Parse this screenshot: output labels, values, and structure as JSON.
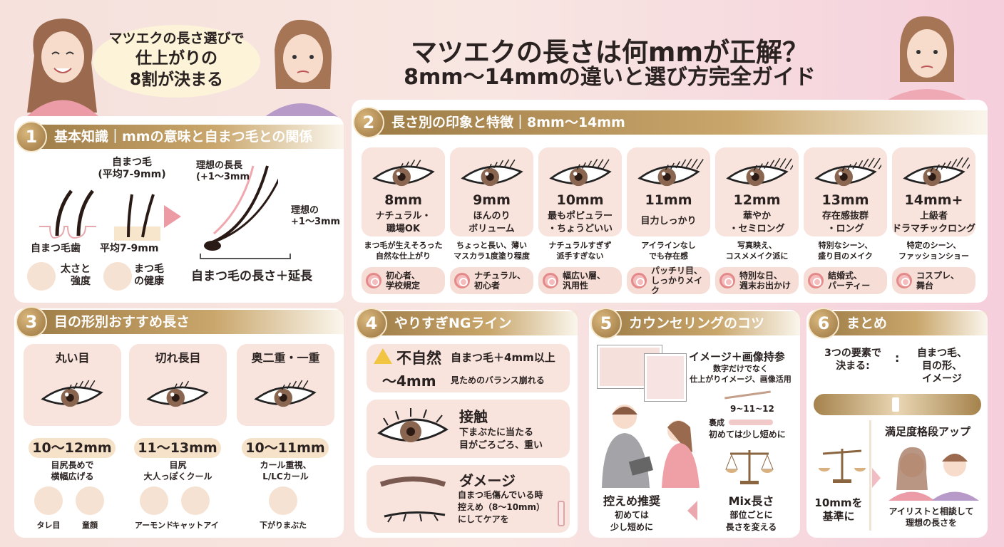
{
  "header": {
    "bubble_lines": [
      "マツエクの長さ選びで",
      "仕上がりの",
      "8割が決まる"
    ],
    "title_line1": "マツエクの長さは何mmが正解？",
    "title_line2": "8mm〜14mmの違いと選び方完全ガイド"
  },
  "colors": {
    "gold": "#b08d57",
    "pink": "#f8e3dd",
    "accent": "#e48a8a"
  },
  "section1": {
    "num": "1",
    "title": "基本知識｜mmの意味と自まつ毛との関係",
    "natural_label": "自まつ毛",
    "natural_avg": "(平均7-9mm)",
    "follicle_label": "自まつ毛歯",
    "avg_label": "平均7-9mm",
    "ideal_top": "理想の長長",
    "ideal_top_range": "(+1〜3mm",
    "ideal_right": "理想の",
    "ideal_right_range": "+1〜3mm",
    "formula": "自まつ毛の長さ＋延長",
    "icon1_label": [
      "太さと",
      "強度"
    ],
    "icon2_label": [
      "まつ毛",
      "の健康"
    ]
  },
  "section2": {
    "num": "2",
    "title": "長さ別の印象と特徴｜8mm〜14mm",
    "items": [
      {
        "mm": "8mm",
        "impression": [
          "ナチュラル・",
          "職場OK"
        ],
        "desc": [
          "まつ毛が生えそろった",
          "自然な仕上がり"
        ],
        "tag": [
          "初心者、",
          "学校規定"
        ]
      },
      {
        "mm": "9mm",
        "impression": [
          "ほんのり",
          "ボリューム"
        ],
        "desc": [
          "ちょっと長い、薄い",
          "マスカラ1度塗り程度"
        ],
        "tag": [
          "ナチュラル、",
          "初心者"
        ]
      },
      {
        "mm": "10mm",
        "impression": [
          "最もポピュラー",
          "・ちょうどいい"
        ],
        "desc": [
          "ナチュラルすぎず",
          "派手すぎない"
        ],
        "tag": [
          "幅広い層、",
          "汎用性"
        ]
      },
      {
        "mm": "11mm",
        "impression": [
          "目力しっかり"
        ],
        "desc": [
          "アイラインなし",
          "でも存在感"
        ],
        "tag": [
          "パッチリ目、",
          "しっかりメイク"
        ]
      },
      {
        "mm": "12mm",
        "impression": [
          "華やか",
          "・セミロング"
        ],
        "desc": [
          "写真映え、",
          "コスメメイク派に"
        ],
        "tag": [
          "特別な日、",
          "週末お出かけ"
        ]
      },
      {
        "mm": "13mm",
        "impression": [
          "存在感抜群",
          "・ロング"
        ],
        "desc": [
          "特別なシーン、",
          "盛り目のメイク"
        ],
        "tag": [
          "結婚式、",
          "パーティー"
        ]
      },
      {
        "mm": "14mm+",
        "impression": [
          "上級者",
          "ドラマチックロング"
        ],
        "desc": [
          "特定のシーン、",
          "ファッションショー"
        ],
        "tag": [
          "コスプレ、",
          "舞台"
        ]
      }
    ]
  },
  "section3": {
    "num": "3",
    "title": "目の形別おすすめ長さ",
    "shapes": [
      {
        "name": "丸い目",
        "range": "10〜12mm",
        "desc": [
          "目尻長めで",
          "横幅広げる"
        ],
        "subs": [
          "タレ目",
          "童顔"
        ]
      },
      {
        "name": "切れ長目",
        "range": "11〜13mm",
        "desc": [
          "目尻",
          "大人っぽくクール"
        ],
        "subs": [
          "アーモンド",
          "キャットアイ"
        ]
      },
      {
        "name": "奥二重・一重",
        "range": "10〜11mm",
        "desc": [
          "カール重視、",
          "L/LCカール"
        ],
        "subs": [
          "下がりまぶた"
        ]
      }
    ]
  },
  "section4": {
    "num": "4",
    "title": "やりすぎNGライン",
    "unnatural_title": "不自然",
    "unnatural_desc": "自まつ毛＋4mm以上",
    "limit": "〜4mm",
    "limit_desc": "見ためのバランス崩れる",
    "contact_title": "接触",
    "contact_desc": [
      "下まぶたに当たる",
      "目がごろごろ、重い"
    ],
    "damage_title": "ダメージ",
    "damage_desc": [
      "自まつ毛傷んでいる時",
      "控えめ（8〜10mm）",
      "にしてケアを"
    ]
  },
  "section5": {
    "num": "5",
    "title": "カウンセリングのコツ",
    "image_title": "イメージ＋画像持参",
    "image_desc": [
      "数字だけでなく",
      "仕上がりイメージ、画像活用"
    ],
    "steps": "9~11~12",
    "steps_label": "裛成",
    "steps_desc": "初めては少し短めに",
    "modest_title": "控えめ推奨",
    "modest_desc": [
      "初めては",
      "少し短めに"
    ],
    "mix_title": "Mix長さ",
    "mix_desc": [
      "部位ごとに",
      "長さを変える"
    ]
  },
  "section6": {
    "num": "6",
    "title": "まとめ",
    "factors_label": [
      "3つの要素で",
      "決まる:"
    ],
    "factors": [
      "自まつ毛、",
      "目の形、",
      "イメージ"
    ],
    "satisfaction": "満足度格段アップ",
    "base": [
      "10mmを",
      "基準に"
    ],
    "consult": [
      "アイリストと相談して",
      "理想の長さを"
    ]
  }
}
